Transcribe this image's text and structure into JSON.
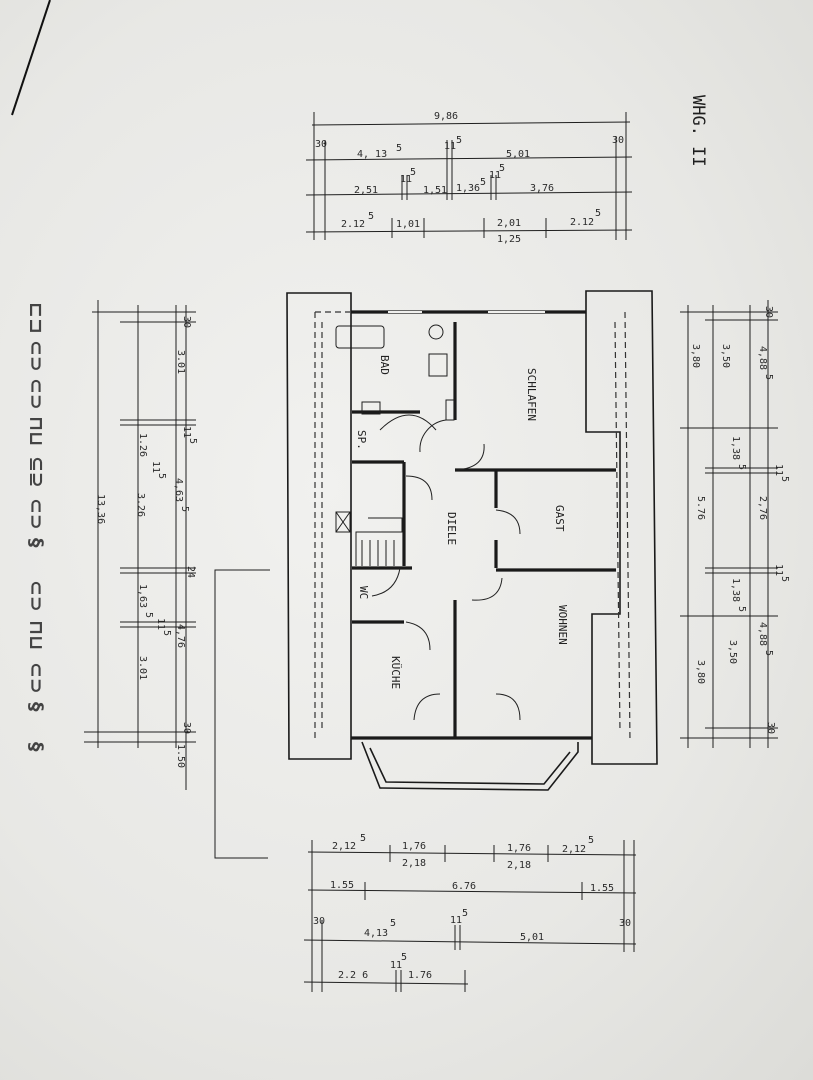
{
  "title": "WHG. II",
  "rooms": {
    "bad": "BAD",
    "schlafen": "SCHLAFEN",
    "sp": "SP.",
    "gast": "GAST",
    "diele": "DIELE",
    "wc": "WC",
    "wohnen": "WOHNEN",
    "kueche": "KÜCHE"
  },
  "top_dims": {
    "total": "9,86",
    "end_left": "30",
    "end_right": "30",
    "r2_a": "4, 13",
    "r2_a_sup": "5",
    "r2_mid": "11",
    "r2_mid_sup": "5",
    "r2_b": "5,01",
    "r3_a": "2,51",
    "r3_a2": "11",
    "r3_a2_sup": "5",
    "r3_b": "1,51",
    "r3_c": "1,36",
    "r3_c_sup": "5",
    "r3_d": "11",
    "r3_d_sup": "5",
    "r3_e": "3,76",
    "r4_a": "2.12",
    "r4_a_sup": "5",
    "r4_b": "1,01",
    "r4_c": "2,01",
    "r4_d": "1,25",
    "r4_e": "2.12",
    "r4_e_sup": "5"
  },
  "bottom_dims": {
    "r1_a": "2,12",
    "r1_a_sup": "5",
    "r1_b": "1,76",
    "r1_c": "1,76",
    "r1_d": "2,12",
    "r1_d_sup": "5",
    "r1_b2": "2,18",
    "r1_c2": "2,18",
    "r2_a": "1.55",
    "r2_b": "6.76",
    "r2_c": "1.55",
    "end_left": "30",
    "end_right": "30",
    "r3_a": "4,13",
    "r3_a_sup": "5",
    "r3_mid": "11",
    "r3_mid_sup": "5",
    "r3_b": "5,01",
    "r4_a": "2.2 6",
    "r4_mid": "11",
    "r4_mid_sup": "5",
    "r4_b": "1.76"
  },
  "left_dims": {
    "top": "30",
    "d_301a": "3.01",
    "d_115a": "11",
    "d_115a_sup": "5",
    "d_126": "1.26",
    "d_115b": "11",
    "d_115b_sup": "5",
    "d_326": "3.26",
    "d_463": "4,63",
    "d_463_sup": "5",
    "d_1336": "13,36",
    "d_24": "24",
    "d_163": "1,63",
    "d_163_sup": "5",
    "d_115c": "11",
    "d_115c_sup": "5",
    "d_476": "4,76",
    "d_301b": "3.01",
    "d_30b": "30",
    "d_150": "1.50"
  },
  "right_dims": {
    "top": "30",
    "d_350a": "3,50",
    "d_380a": "3,80",
    "d_488a": "4,88",
    "d_488a_sup": "5",
    "d_138a": "1,38",
    "d_138a_sup": "5",
    "d_115a": "11",
    "d_115a_sup": "5",
    "d_576": "5.76",
    "d_276": "2,76",
    "d_115b": "11",
    "d_115b_sup": "5",
    "d_138b": "1,38",
    "d_138b_sup": "5",
    "d_488b": "4,88",
    "d_488b_sup": "5",
    "d_350b": "3,50",
    "d_380b": "3,80",
    "bottom": "30"
  },
  "margin_symbols": [
    "⊏⊐",
    "⊂⊃",
    "⊂⊃",
    "⊓⊔",
    "⊆⊇",
    "⊂⊃",
    "§",
    "⊂⊃",
    "⊓⊔",
    "⊂⊃",
    "§",
    "§"
  ]
}
